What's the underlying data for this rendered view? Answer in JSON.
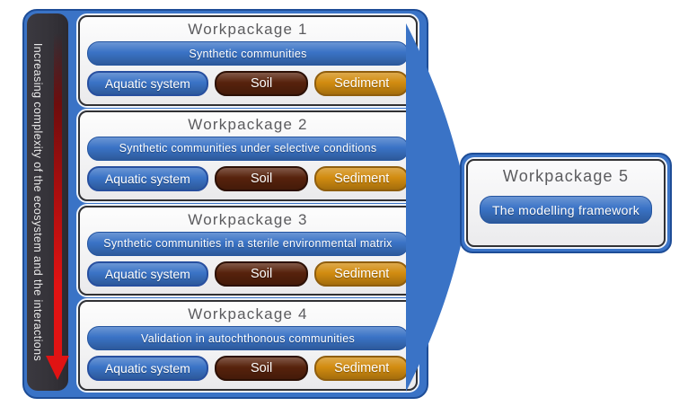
{
  "sidebar": {
    "label": "Increasing complexity of the ecosystem and the interactions"
  },
  "workpackages": [
    {
      "title": "Workpackage 1",
      "description": "Synthetic communities",
      "systems": [
        {
          "label": "Aquatic system"
        },
        {
          "label": "Soil"
        },
        {
          "label": "Sediment"
        }
      ]
    },
    {
      "title": "Workpackage 2",
      "description": "Synthetic communities under selective conditions",
      "systems": [
        {
          "label": "Aquatic system"
        },
        {
          "label": "Soil"
        },
        {
          "label": "Sediment"
        }
      ]
    },
    {
      "title": "Workpackage 3",
      "description": "Synthetic communities in a sterile environmental matrix",
      "systems": [
        {
          "label": "Aquatic system"
        },
        {
          "label": "Soil"
        },
        {
          "label": "Sediment"
        }
      ]
    },
    {
      "title": "Workpackage 4",
      "description": "Validation in autochthonous communities",
      "systems": [
        {
          "label": "Aquatic system"
        },
        {
          "label": "Soil"
        },
        {
          "label": "Sediment"
        }
      ]
    }
  ],
  "wp5": {
    "title": "Workpackage 5",
    "description": "The modelling framework"
  },
  "colors": {
    "accent_blue": "#3a73c6",
    "deep_blue_border": "#1e4d97",
    "soil_brown": "#57220c",
    "sediment_orange": "#d28c10",
    "arrow_red": "#e01313",
    "bar_dark": "#343238",
    "title_gray": "#5b5b5e"
  }
}
